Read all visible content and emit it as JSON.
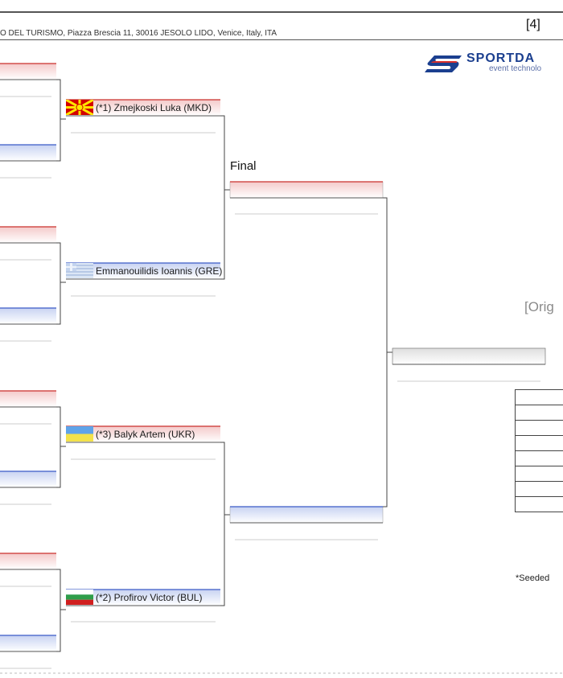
{
  "header": {
    "venue": "O DEL TURISMO, Piazza Brescia 11, 30016 JESOLO LIDO, Venice, Italy, ITA",
    "page_number": "[4]"
  },
  "logo": {
    "brand": "SPORTDA",
    "tagline": "event technolo"
  },
  "round_label": "Final",
  "players": [
    {
      "label": "(*1) Zmejkoski Luka (MKD)",
      "flag": "mkd-flag-icon"
    },
    {
      "label": "Emmanouilidis Ioannis (GRE)",
      "flag": "gre-flag-icon"
    },
    {
      "label": "(*3) Balyk Artem (UKR)",
      "flag": "ukr-flag-icon"
    },
    {
      "label": "(*2) Profirov Victor (BUL)",
      "flag": "bul-flag-icon"
    }
  ],
  "watermark": "[Orig",
  "footnote": "*Seeded",
  "colors": {
    "red_corner": "#d9534f",
    "blue_corner": "#3f5fc8",
    "line": "#444444"
  }
}
